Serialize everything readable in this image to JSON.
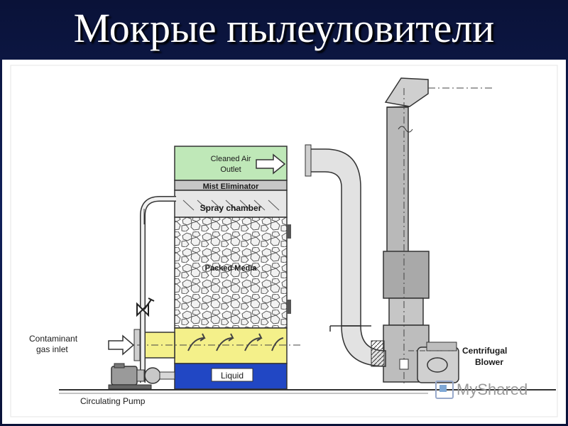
{
  "slide": {
    "title": "Мокрые пылеуловители"
  },
  "diagram": {
    "labels": {
      "cleaned_air_line1": "Cleaned Air",
      "cleaned_air_line2": "Outlet",
      "mist_eliminator": "Mist Eliminator",
      "spray_chamber": "Spray chamber",
      "packed_media": "Packed Media",
      "liquid": "Liquid",
      "contaminant_line1": "Contaminant",
      "contaminant_line2": "gas inlet",
      "circulating_pump": "Circulating Pump",
      "blower_line1": "Centrifugal",
      "blower_line2": "Blower"
    },
    "colors": {
      "outlet_fill": "#bfe8b8",
      "inlet_fill": "#f4f08a",
      "liquid_fill": "#2147c4",
      "packing_fill": "#f5f5f5",
      "duct_fill": "#d9d9d9",
      "stack_fill": "#b9b9b9"
    }
  },
  "watermark": {
    "text": "MyShared"
  }
}
